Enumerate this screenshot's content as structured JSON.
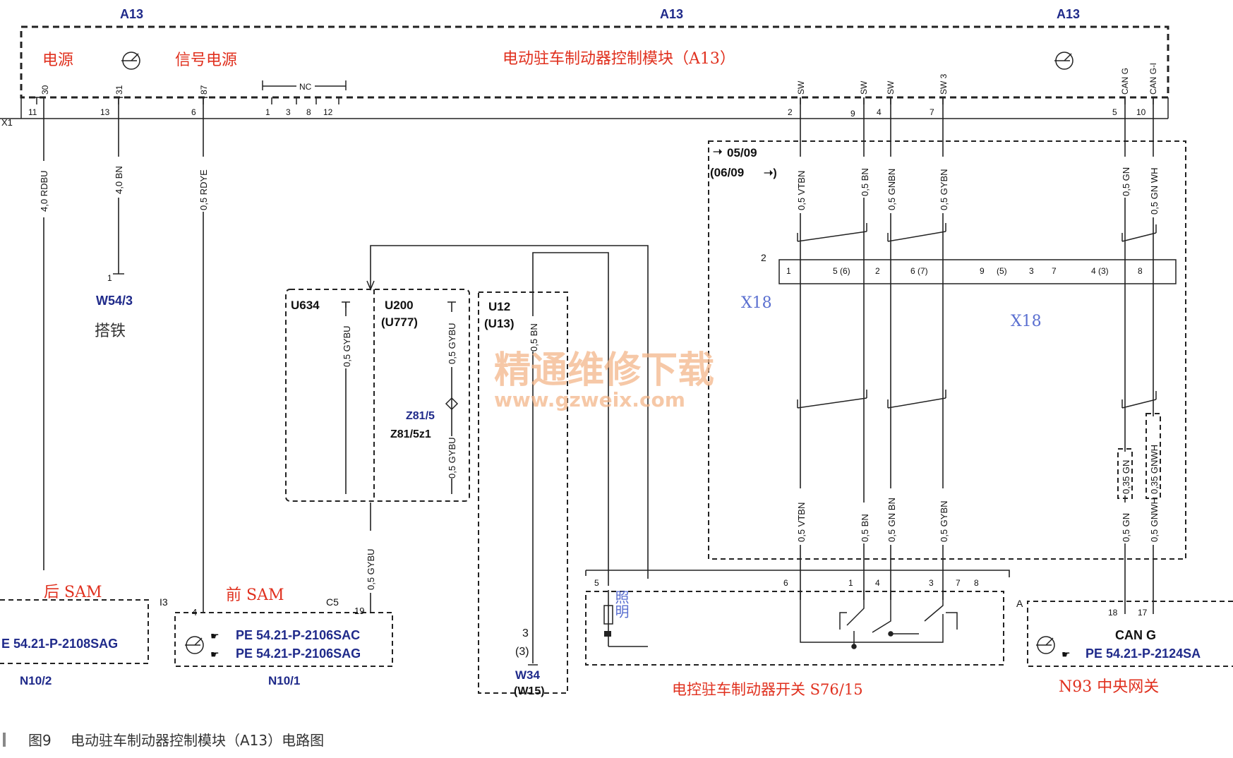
{
  "top_labels": [
    "A13",
    "A13",
    "A13"
  ],
  "header": {
    "power": "电源",
    "signal_power": "信号电源",
    "module": "电动驻车制动器控制模块（A13）"
  },
  "connector": "X1",
  "top_pins": [
    {
      "num": "11",
      "sig": "30"
    },
    {
      "num": "13",
      "sig": "31"
    },
    {
      "num": "6",
      "sig": "87"
    },
    {
      "num": "1",
      "sig": ""
    },
    {
      "num": "3",
      "sig": ""
    },
    {
      "num": "8",
      "sig": ""
    },
    {
      "num": "12",
      "sig": ""
    },
    {
      "num": "2",
      "sig": "SW"
    },
    {
      "num": "9",
      "sig": "SW"
    },
    {
      "num": "4",
      "sig": "SW"
    },
    {
      "num": "7",
      "sig": "SW 3"
    },
    {
      "num": "5",
      "sig": "CAN G"
    },
    {
      "num": "10",
      "sig": "CAN G-l"
    }
  ],
  "nc_label": "NC",
  "left_wires": [
    "4,0 RDBU",
    "4,0 BN",
    "0,5 RDYE"
  ],
  "ground": {
    "pin": "1",
    "code": "W54/3",
    "text": "搭铁"
  },
  "date_box": {
    "from": "05/09",
    "to": "(06/09"
  },
  "x18_label": "X18",
  "x18_num": "2",
  "x18_pins": [
    "1",
    "5 (6)",
    "2",
    "6 (7)",
    "9",
    "(5)",
    "3",
    "7",
    "4 (3)",
    "8"
  ],
  "right_wires_top": [
    "0,5 VTBN",
    "0,5 BN",
    "0,5 GNBN",
    "0,5 GYBN",
    "0,5 GN",
    "0,5 GN WH"
  ],
  "right_wires_bottom": [
    "0,5 VTBN",
    "0,5 BN",
    "0,5 GN BN",
    "0,5 GYBN",
    "0,5 GN",
    "0,5 GNWH"
  ],
  "alt_wires": [
    "0,35 GN",
    "0,35 GNWH"
  ],
  "u634": "U634",
  "u200": "U200",
  "u777": "(U777)",
  "u12": "U12",
  "u13": "(U13)",
  "wire_gybu": "0,5 GYBU",
  "wire_bn": "0,5 BN",
  "z81": "Z81/5",
  "z81z1": "Z81/5z1",
  "w34": {
    "pin": "3",
    "pin_alt": "(3)",
    "code": "W34",
    "alt": "(W15)"
  },
  "rear_sam": {
    "label": "后 SAM",
    "ref": "E 54.21-P-2108SAG",
    "code": "N10/2"
  },
  "front_sam": {
    "label": "前 SAM",
    "ref1": "PE 54.21-P-2106SAC",
    "ref2": "PE 54.21-P-2106SAG",
    "code": "N10/1",
    "conn": "I3",
    "pin": "4",
    "conn2": "C5",
    "pin2": "19"
  },
  "switch": {
    "light": "照明",
    "label": "电控驻车制动器开关 S76/15",
    "pins": [
      "5",
      "6",
      "1",
      "4",
      "3",
      "7",
      "8"
    ]
  },
  "gateway": {
    "conn": "A",
    "pins": [
      "18",
      "17"
    ],
    "name": "CAN G",
    "ref": "PE 54.21-P-2124SA",
    "label": "N93 中央网关"
  },
  "watermark": {
    "cn": "精通维修下载",
    "url": "www.gzweix.com"
  },
  "caption": {
    "fig": "图9",
    "text": "电动驻车制动器控制模块（A13）电路图"
  }
}
